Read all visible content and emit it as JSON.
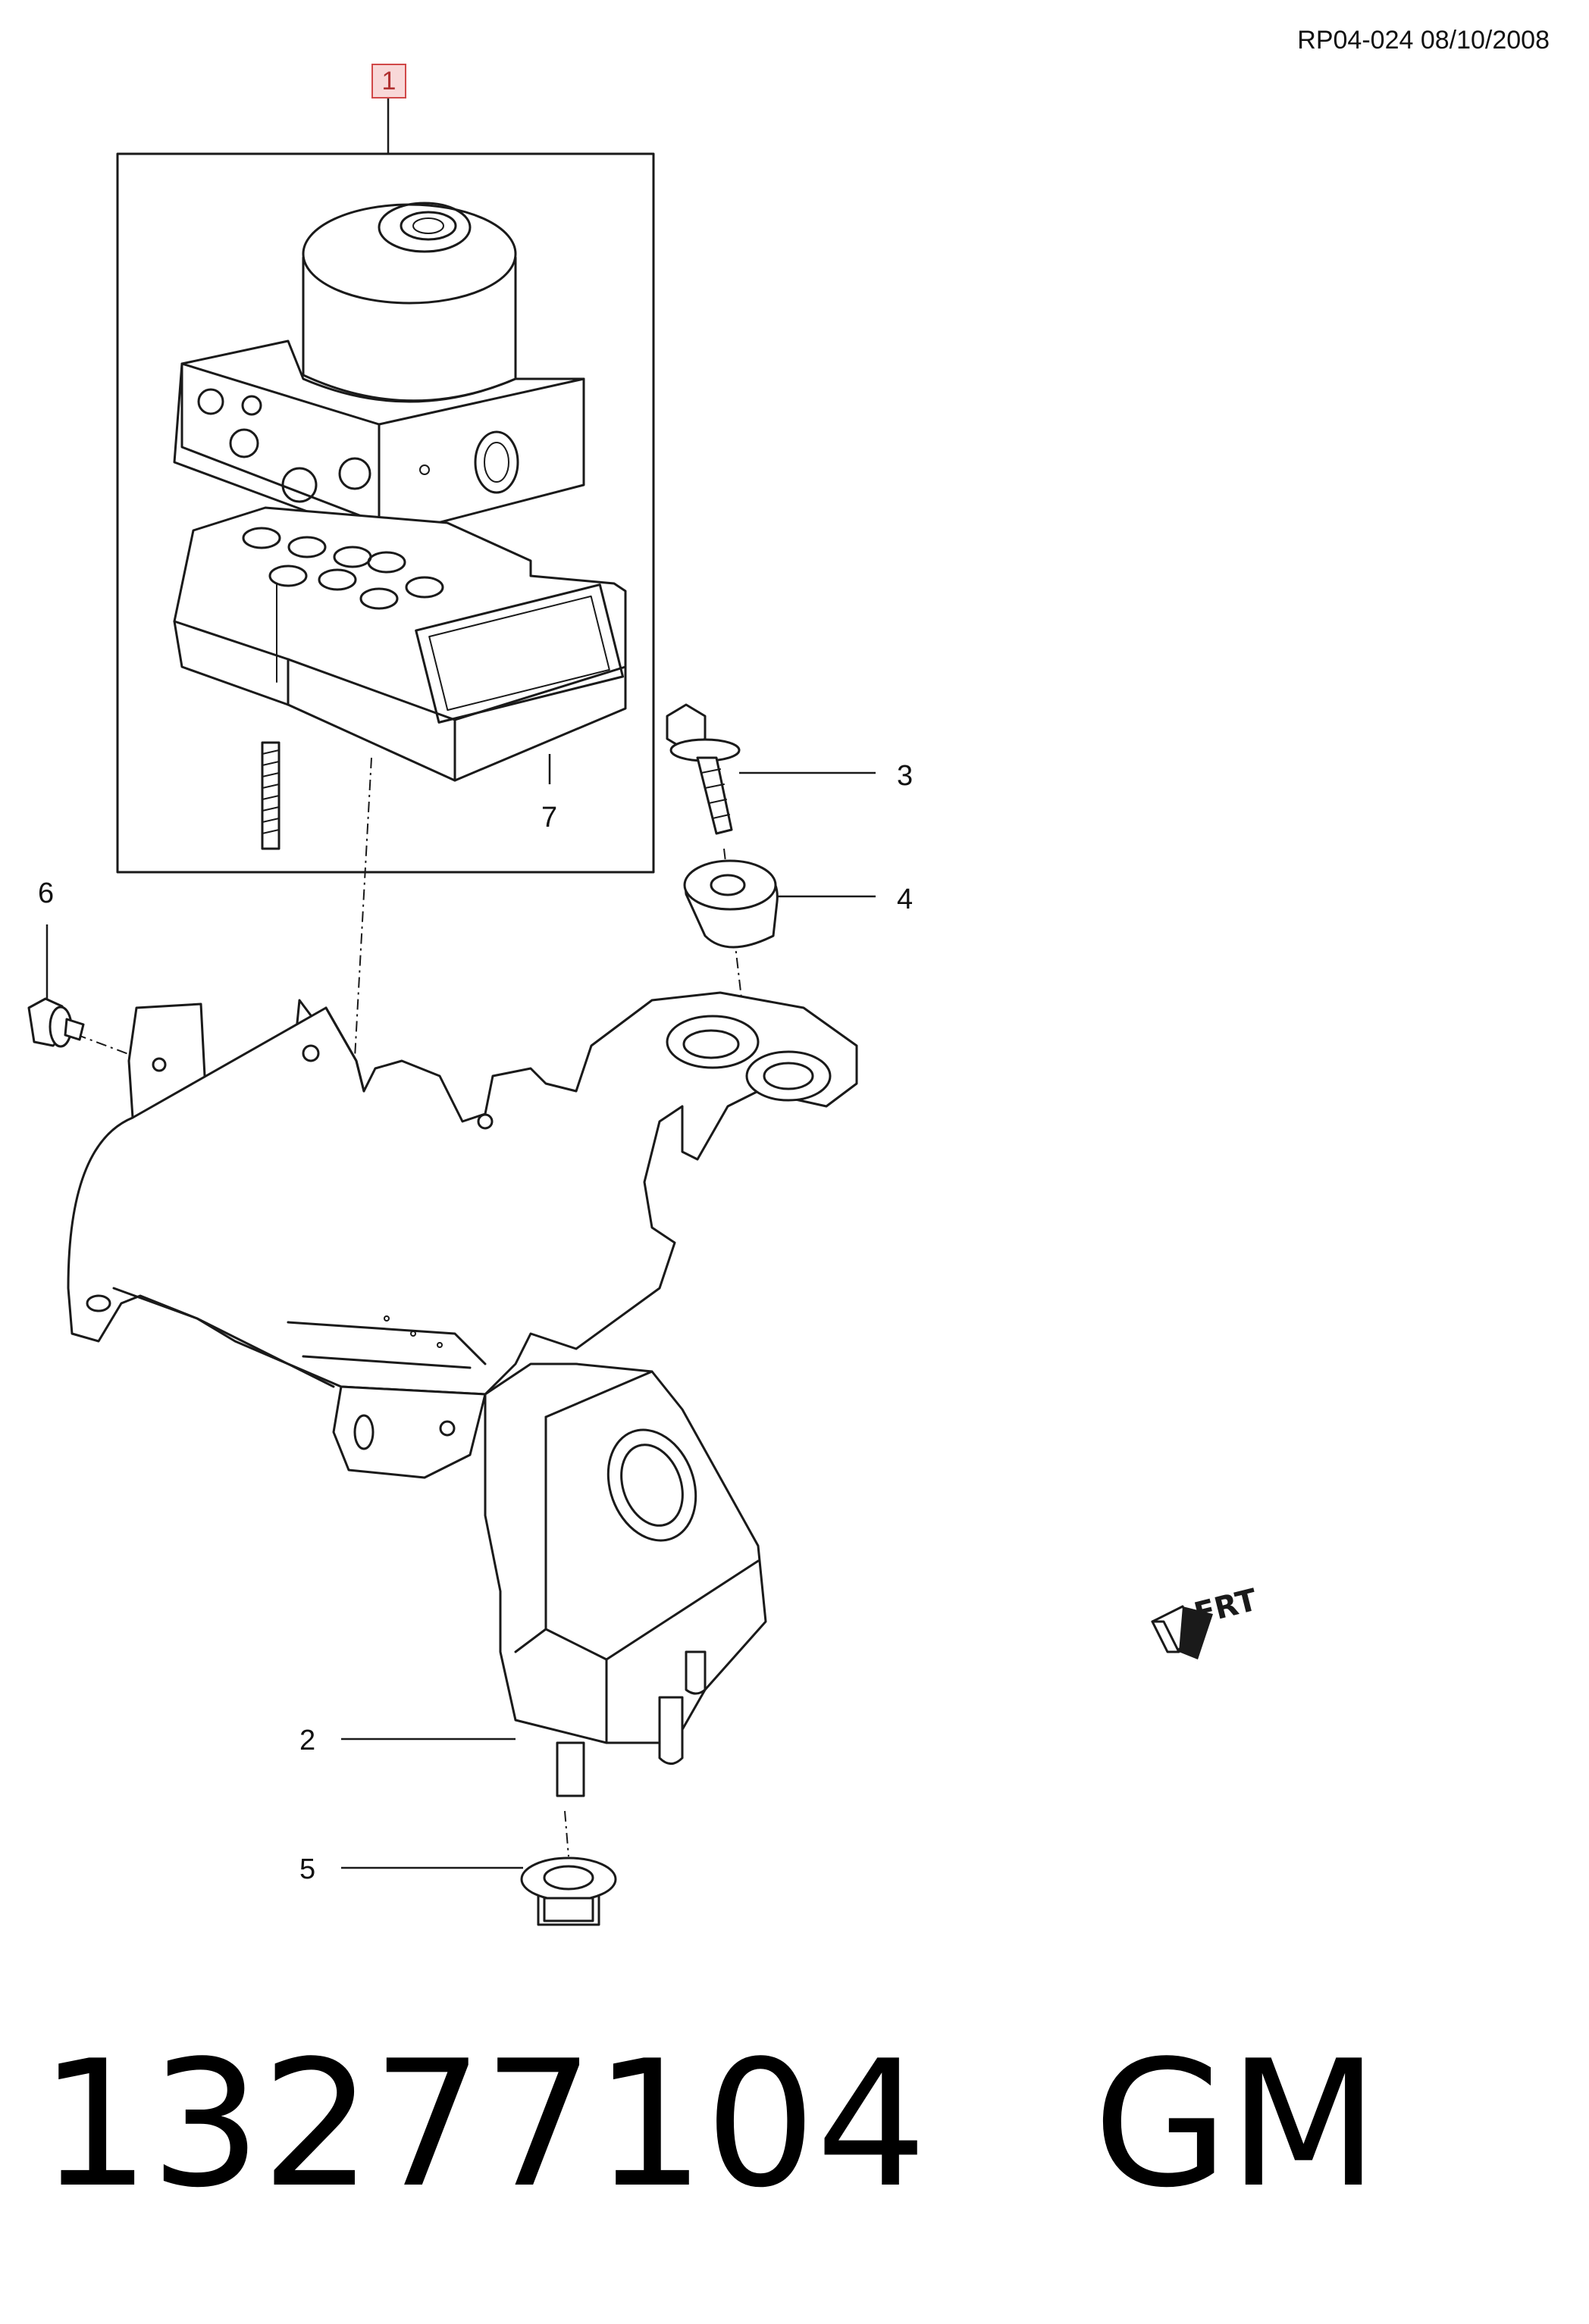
{
  "header": {
    "reference": "RP04-024 08/10/2008"
  },
  "callouts": {
    "c1": "1",
    "c2": "2",
    "c3": "3",
    "c4": "4",
    "c5": "5",
    "c6": "6",
    "c7": "7"
  },
  "direction_badge": {
    "label": "FRT"
  },
  "footer": {
    "part_number": "13277104",
    "brand": "GM"
  },
  "colors": {
    "line": "#1a1a1a",
    "highlight_box_fill": "#f8d8d8",
    "highlight_box_border": "#d04848"
  }
}
